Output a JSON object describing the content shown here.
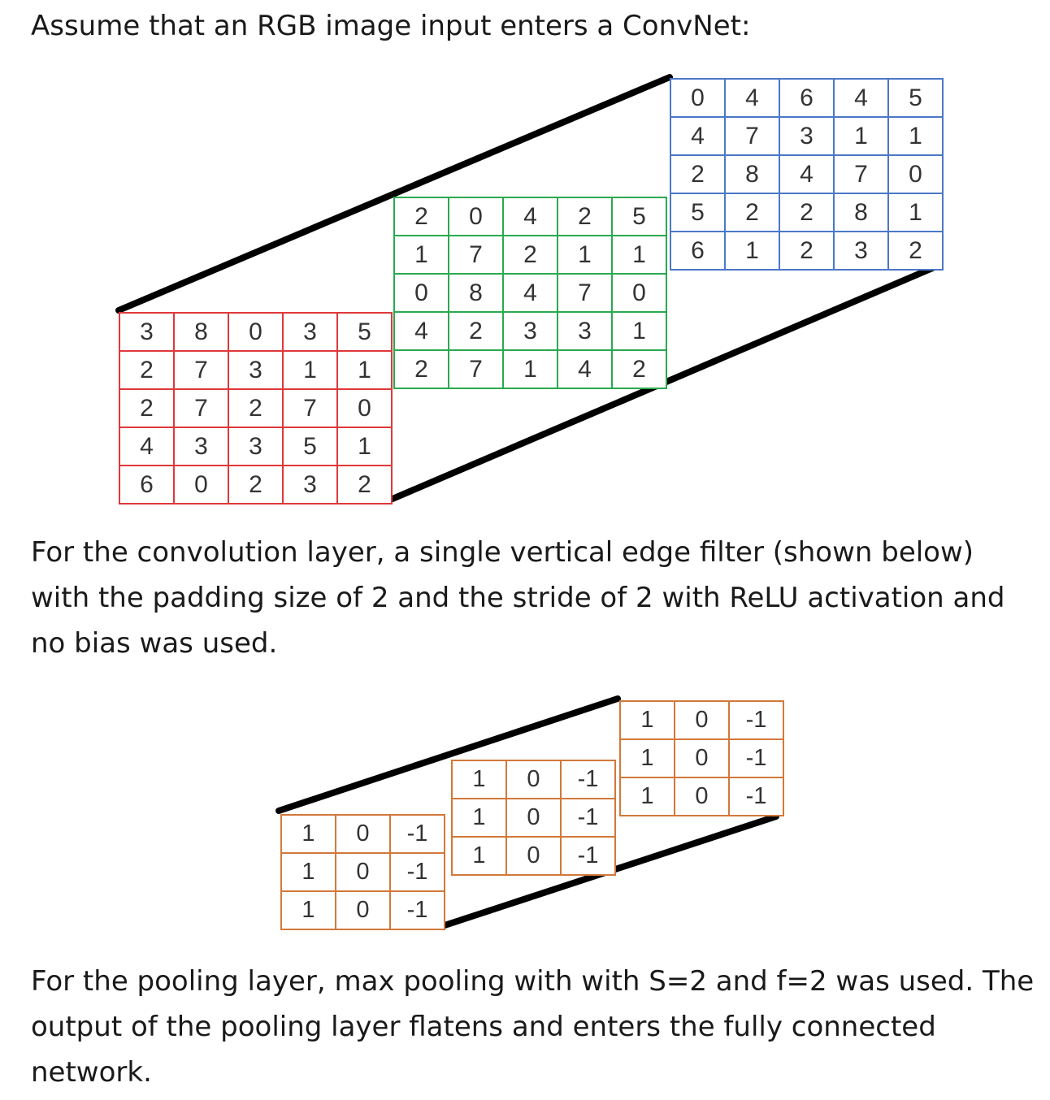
{
  "intro": "Assume that an RGB image input enters a ConvNet:",
  "conv_description": "For the convolution layer, a single vertical edge filter (shown below) with the  padding size of 2 and the stride of 2 with ReLU activation and no bias was used.",
  "pool_description": "For the pooling layer, max pooling with with S=2 and f=2 was used. The output of the pooling layer flatens and enters the fully connected network.",
  "input_image": {
    "channel_red": {
      "color": "#e0383a",
      "rows": [
        [
          "3",
          "8",
          "0",
          "3",
          "5"
        ],
        [
          "2",
          "7",
          "3",
          "1",
          "1"
        ],
        [
          "2",
          "7",
          "2",
          "7",
          "0"
        ],
        [
          "4",
          "3",
          "3",
          "5",
          "1"
        ],
        [
          "6",
          "0",
          "2",
          "3",
          "2"
        ]
      ]
    },
    "channel_green": {
      "color": "#2aa94e",
      "rows": [
        [
          "2",
          "0",
          "4",
          "2",
          "5"
        ],
        [
          "1",
          "7",
          "2",
          "1",
          "1"
        ],
        [
          "0",
          "8",
          "4",
          "7",
          "0"
        ],
        [
          "4",
          "2",
          "3",
          "3",
          "1"
        ],
        [
          "2",
          "7",
          "1",
          "4",
          "2"
        ]
      ]
    },
    "channel_blue": {
      "color": "#4a78c8",
      "rows": [
        [
          "0",
          "4",
          "6",
          "4",
          "5"
        ],
        [
          "4",
          "7",
          "3",
          "1",
          "1"
        ],
        [
          "2",
          "8",
          "4",
          "7",
          "0"
        ],
        [
          "5",
          "2",
          "2",
          "8",
          "1"
        ],
        [
          "6",
          "1",
          "2",
          "3",
          "2"
        ]
      ]
    }
  },
  "filter": {
    "color": "#d2783a",
    "slice_front": {
      "rows": [
        [
          "1",
          "0",
          "-1"
        ],
        [
          "1",
          "0",
          "-1"
        ],
        [
          "1",
          "0",
          "-1"
        ]
      ]
    },
    "slice_middle": {
      "rows": [
        [
          "1",
          "0",
          "-1"
        ],
        [
          "1",
          "0",
          "-1"
        ],
        [
          "1",
          "0",
          "-1"
        ]
      ]
    },
    "slice_back": {
      "rows": [
        [
          "1",
          "0",
          "-1"
        ],
        [
          "1",
          "0",
          "-1"
        ],
        [
          "1",
          "0",
          "-1"
        ]
      ]
    }
  }
}
